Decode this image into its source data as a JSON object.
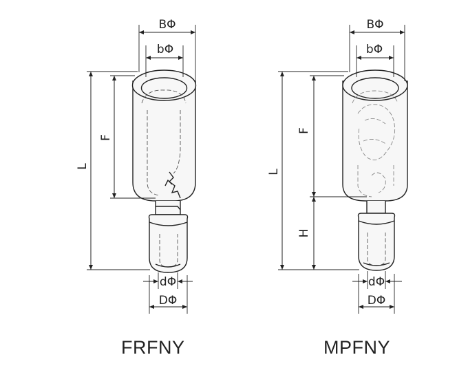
{
  "left_part": {
    "model": "FRFNY",
    "labels": {
      "outer_diameter_top": "BΦ",
      "inner_diameter_top": "bΦ",
      "length": "L",
      "barrel_length": "F",
      "pin_diameter": "dΦ",
      "sleeve_diameter": "DΦ"
    }
  },
  "right_part": {
    "model": "MPFNY",
    "labels": {
      "outer_diameter_top": "BΦ",
      "inner_diameter_top": "bΦ",
      "length": "L",
      "barrel_length": "F",
      "pin_height": "H",
      "pin_diameter": "dΦ",
      "sleeve_diameter": "DΦ"
    }
  }
}
